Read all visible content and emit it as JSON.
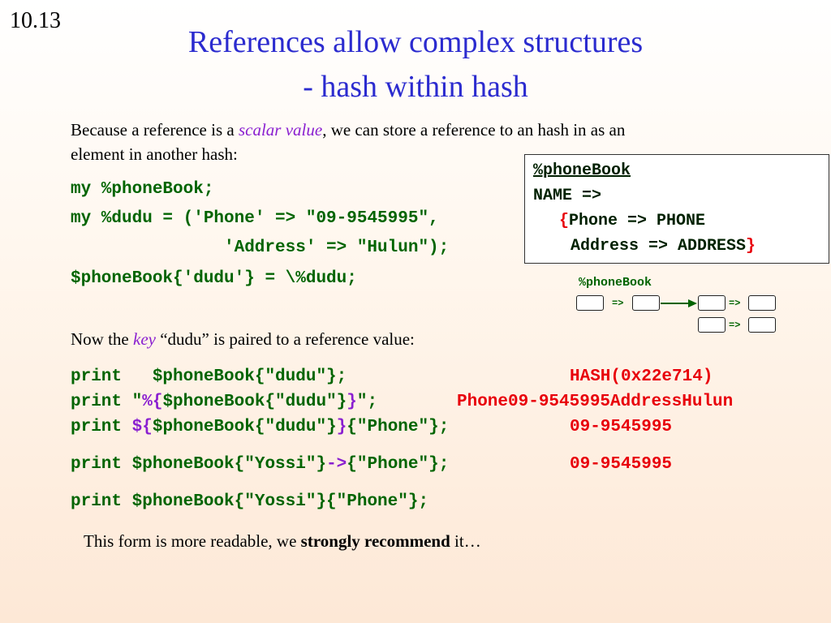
{
  "slide": {
    "number": "10.13",
    "title_line1": "References allow complex structures",
    "title_line2": "- hash within hash"
  },
  "intro": {
    "part1": "Because a reference is a ",
    "emph": "scalar value",
    "part2": ", we can store a reference to an hash in as an",
    "line2": "element in another hash:"
  },
  "code1": {
    "line1": "my %phoneBook;",
    "line2": "my %dudu = ('Phone' => \"09-9545995\",",
    "line3": "'Address' => \"Hulun\");",
    "line4": "$phoneBook{'dudu'} = \\%dudu;"
  },
  "box": {
    "header": "%phoneBook",
    "line1": "NAME =>",
    "brace_open": "{",
    "line2": "Phone => PHONE",
    "line3": "Address => ADDRESS",
    "brace_close": "}"
  },
  "diagram": {
    "label": "%phoneBook",
    "arrow1": "=>",
    "arrow2": "=>",
    "arrow3": "=>"
  },
  "now": {
    "part1": "Now the ",
    "emph": "key",
    "part2": " “dudu” is paired to a reference value:"
  },
  "prints": [
    {
      "a": "print   $phoneBook{\"dudu\"};",
      "out": "HASH(0x22e714)"
    },
    {
      "a": "print \"",
      "b": "%{",
      "c": "$phoneBook{\"dudu\"}",
      "d": "}",
      "e": "\";",
      "out": "Phone09-9545995AddressHulun"
    },
    {
      "a": "print ",
      "b": "${",
      "c": "$phoneBook{\"dudu\"}",
      "d": "}",
      "e": "{\"Phone\"};",
      "out": "09-9545995"
    },
    {
      "a": "print $phoneBook{\"Yossi\"}",
      "b": "->",
      "c": "{\"Phone\"};",
      "out": "09-9545995"
    },
    {
      "a": "print $phoneBook{\"Yossi\"}{\"Phone\"};"
    }
  ],
  "footer": {
    "part1": "This form is more readable, we ",
    "strong": "strongly recommend",
    "part2": " it…"
  }
}
